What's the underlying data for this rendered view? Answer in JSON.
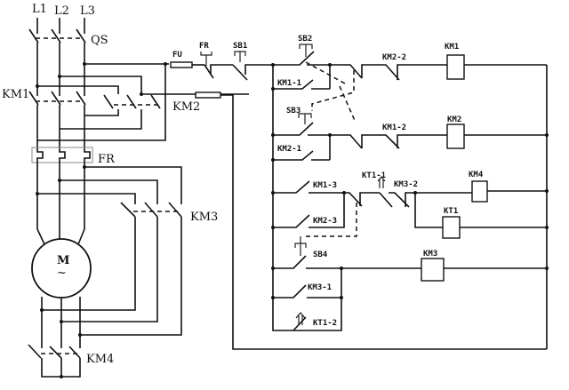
{
  "diagram": {
    "type": "electrical-control-schematic",
    "main_circuit": {
      "supply_lines": [
        "L1",
        "L2",
        "L3"
      ],
      "isolator": "QS",
      "contactors": [
        "KM1",
        "KM2",
        "KM3",
        "KM4"
      ],
      "thermal_relay": "FR",
      "motor": {
        "label": "M",
        "symbol": "~"
      }
    },
    "control_circuit": {
      "fuse": "FU",
      "overload_contact": "FR",
      "stop_button": "SB1",
      "buttons": [
        "SB2",
        "SB3",
        "SB4"
      ],
      "contacts": [
        "KM1-1",
        "KM2-2",
        "KM1-2",
        "KM2-1",
        "KM1-3",
        "KM2-3",
        "KT1-1",
        "KM3-2",
        "KM3-1",
        "KT1-2"
      ],
      "coils": [
        "KM1",
        "KM2",
        "KM4",
        "KT1",
        "KM3"
      ]
    }
  },
  "labels": {
    "l1": "L1",
    "l2": "L2",
    "l3": "L3",
    "qs": "QS",
    "km1_main": "KM1",
    "km2_main": "KM2",
    "fr_main": "FR",
    "km3_main": "KM3",
    "km4_main": "KM4",
    "motor_m": "M",
    "motor_tilde": "~",
    "fu": "FU",
    "fr_ctrl": "FR",
    "sb1": "SB1",
    "sb2": "SB2",
    "sb3": "SB3",
    "sb4": "SB4",
    "km1_1": "KM1-1",
    "km2_2": "KM2-2",
    "km1_2": "KM1-2",
    "km2_1": "KM2-1",
    "km1_3": "KM1-3",
    "km2_3": "KM2-3",
    "kt1_1": "KT1-1",
    "km3_2": "KM3-2",
    "km3_1": "KM3-1",
    "kt1_2": "KT1-2",
    "coil_km1": "KM1",
    "coil_km2": "KM2",
    "coil_km4": "KM4",
    "coil_kt1": "KT1",
    "coil_km3": "KM3"
  }
}
